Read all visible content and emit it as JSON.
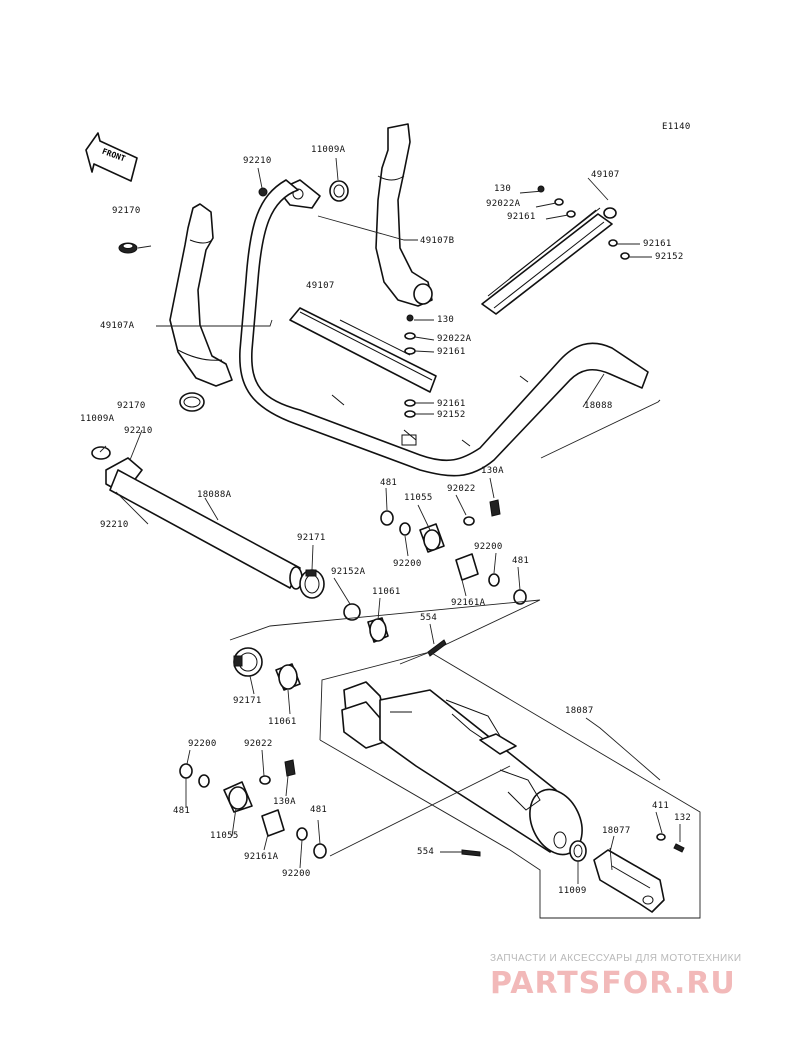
{
  "diagram": {
    "code": "E1140",
    "front_label": "FRONT",
    "labels": [
      {
        "id": "p92170_top",
        "text": "92170"
      },
      {
        "id": "p92210_top",
        "text": "92210"
      },
      {
        "id": "p11009A_top",
        "text": "11009A"
      },
      {
        "id": "p49107A",
        "text": "49107A"
      },
      {
        "id": "p49107B",
        "text": "49107B"
      },
      {
        "id": "p49107_mid",
        "text": "49107"
      },
      {
        "id": "p49107_right",
        "text": "49107"
      },
      {
        "id": "p130_r1",
        "text": "130"
      },
      {
        "id": "p92022A_r1",
        "text": "92022A"
      },
      {
        "id": "p92161_r1",
        "text": "92161"
      },
      {
        "id": "p92161_r2",
        "text": "92161"
      },
      {
        "id": "p92152_r2",
        "text": "92152"
      },
      {
        "id": "p130_c",
        "text": "130"
      },
      {
        "id": "p92022A_c",
        "text": "92022A"
      },
      {
        "id": "p92161_c",
        "text": "92161"
      },
      {
        "id": "p92161_c2",
        "text": "92161"
      },
      {
        "id": "p92152_c2",
        "text": "92152"
      },
      {
        "id": "p18088",
        "text": "18088"
      },
      {
        "id": "p11009A_l",
        "text": "11009A"
      },
      {
        "id": "p92170_l",
        "text": "92170"
      },
      {
        "id": "p92210_l",
        "text": "92210"
      },
      {
        "id": "p18088A",
        "text": "18088A"
      },
      {
        "id": "p92210_l2",
        "text": "92210"
      },
      {
        "id": "p481_a",
        "text": "481"
      },
      {
        "id": "p11055_a",
        "text": "11055"
      },
      {
        "id": "p92022_a",
        "text": "92022"
      },
      {
        "id": "p130A_a",
        "text": "130A"
      },
      {
        "id": "p92200_a1",
        "text": "92200"
      },
      {
        "id": "p92200_a2",
        "text": "92200"
      },
      {
        "id": "p481_a2",
        "text": "481"
      },
      {
        "id": "p92161A_a",
        "text": "92161A"
      },
      {
        "id": "p92171_a",
        "text": "92171"
      },
      {
        "id": "p92152A",
        "text": "92152A"
      },
      {
        "id": "p11061_a",
        "text": "11061"
      },
      {
        "id": "p554_a",
        "text": "554"
      },
      {
        "id": "p92171_b",
        "text": "92171"
      },
      {
        "id": "p11061_b",
        "text": "11061"
      },
      {
        "id": "p18087",
        "text": "18087"
      },
      {
        "id": "p92200_b1",
        "text": "92200"
      },
      {
        "id": "p92022_b",
        "text": "92022"
      },
      {
        "id": "p481_b1",
        "text": "481"
      },
      {
        "id": "p130A_b",
        "text": "130A"
      },
      {
        "id": "p481_b2",
        "text": "481"
      },
      {
        "id": "p11055_b",
        "text": "11055"
      },
      {
        "id": "p92161A_b",
        "text": "92161A"
      },
      {
        "id": "p92200_b2",
        "text": "92200"
      },
      {
        "id": "p554_b",
        "text": "554"
      },
      {
        "id": "p411",
        "text": "411"
      },
      {
        "id": "p132",
        "text": "132"
      },
      {
        "id": "p18077",
        "text": "18077"
      },
      {
        "id": "p11009",
        "text": "11009"
      }
    ]
  },
  "watermark": {
    "tagline": "ЗАПЧАСТИ И АКСЕССУАРЫ ДЛЯ МОТОТЕХНИКИ",
    "logo": "PARTSFOR.RU"
  }
}
